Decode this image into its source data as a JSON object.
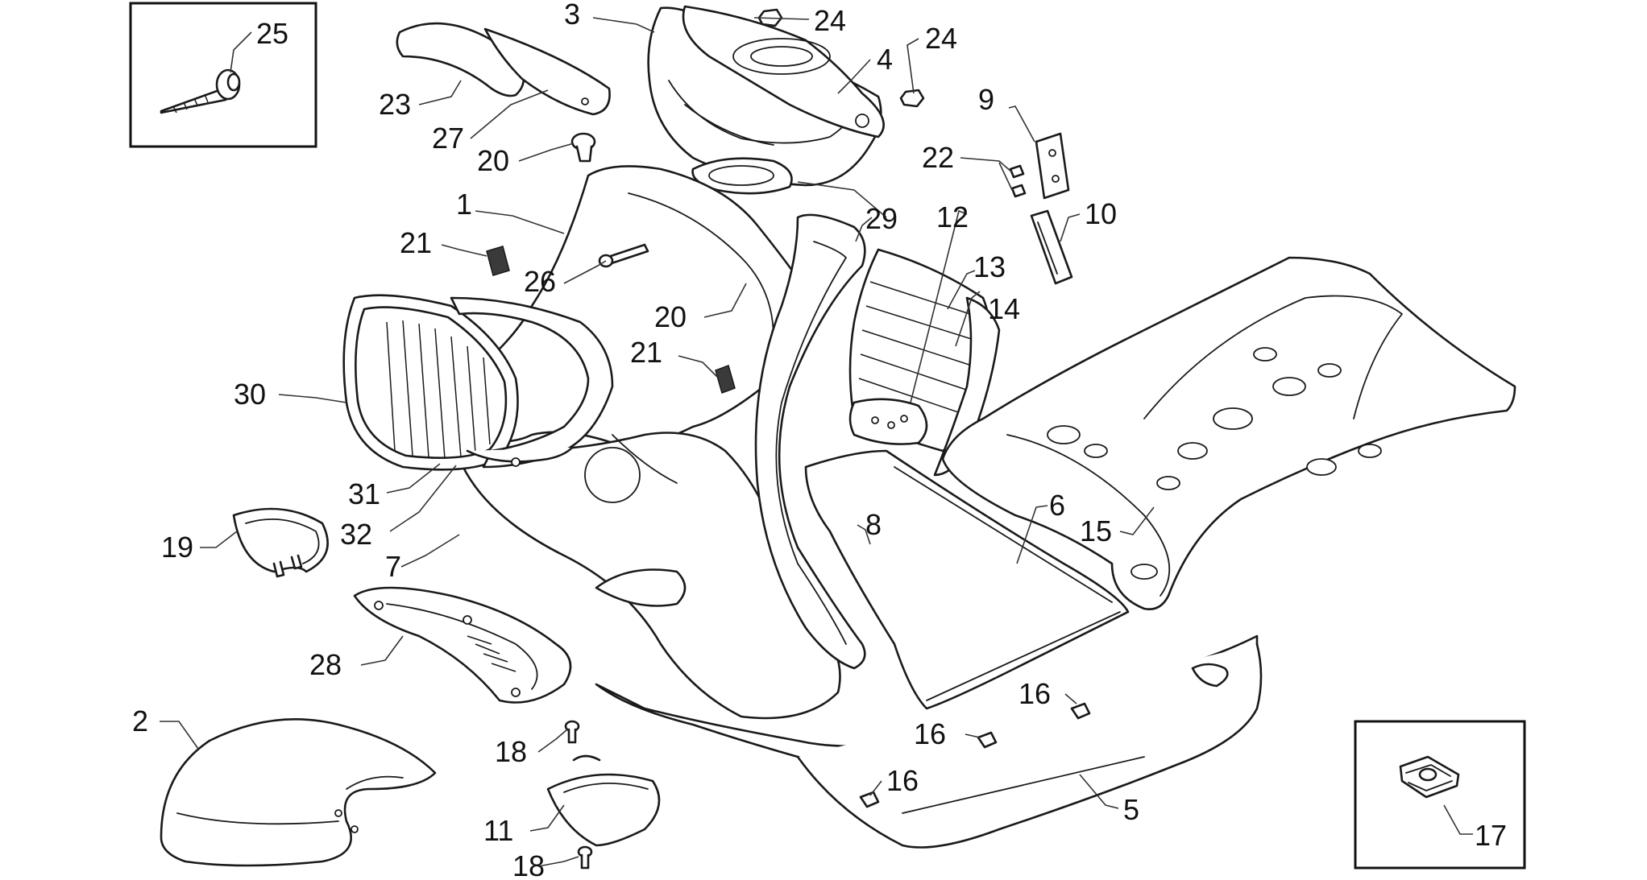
{
  "callouts": [
    {
      "id": "c1",
      "label": "1"
    },
    {
      "id": "c2",
      "label": "2"
    },
    {
      "id": "c3",
      "label": "3"
    },
    {
      "id": "c4",
      "label": "4"
    },
    {
      "id": "c5",
      "label": "5"
    },
    {
      "id": "c6",
      "label": "6"
    },
    {
      "id": "c7",
      "label": "7"
    },
    {
      "id": "c8",
      "label": "8"
    },
    {
      "id": "c9",
      "label": "9"
    },
    {
      "id": "c10",
      "label": "10"
    },
    {
      "id": "c11",
      "label": "11"
    },
    {
      "id": "c12",
      "label": "12"
    },
    {
      "id": "c13",
      "label": "13"
    },
    {
      "id": "c14",
      "label": "14"
    },
    {
      "id": "c15",
      "label": "15"
    },
    {
      "id": "c16a",
      "label": "16"
    },
    {
      "id": "c16b",
      "label": "16"
    },
    {
      "id": "c16c",
      "label": "16"
    },
    {
      "id": "c17",
      "label": "17"
    },
    {
      "id": "c18a",
      "label": "18"
    },
    {
      "id": "c18b",
      "label": "18"
    },
    {
      "id": "c19",
      "label": "19"
    },
    {
      "id": "c20a",
      "label": "20"
    },
    {
      "id": "c20b",
      "label": "20"
    },
    {
      "id": "c21a",
      "label": "21"
    },
    {
      "id": "c21b",
      "label": "21"
    },
    {
      "id": "c22",
      "label": "22"
    },
    {
      "id": "c23",
      "label": "23"
    },
    {
      "id": "c24a",
      "label": "24"
    },
    {
      "id": "c24b",
      "label": "24"
    },
    {
      "id": "c25",
      "label": "25"
    },
    {
      "id": "c26",
      "label": "26"
    },
    {
      "id": "c27",
      "label": "27"
    },
    {
      "id": "c28",
      "label": "28"
    },
    {
      "id": "c29",
      "label": "29"
    },
    {
      "id": "c30",
      "label": "30"
    },
    {
      "id": "c31",
      "label": "31"
    },
    {
      "id": "c32",
      "label": "32"
    }
  ]
}
